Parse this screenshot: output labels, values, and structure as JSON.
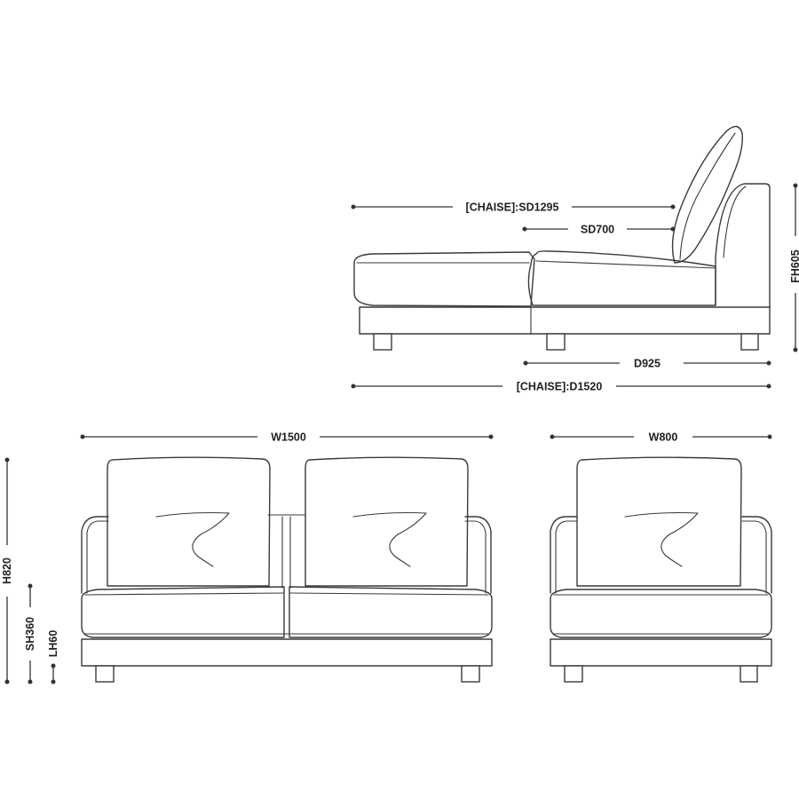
{
  "dimensions": {
    "chaise_seat_depth": "[CHAISE]:SD1295",
    "seat_depth": "SD700",
    "frame_height": "FH605",
    "depth": "D925",
    "chaise_depth": "[CHAISE]:D1520",
    "width_two_seat": "W1500",
    "width_one_seat": "W800",
    "height": "H820",
    "seat_height": "SH360",
    "leg_height": "LH60"
  }
}
